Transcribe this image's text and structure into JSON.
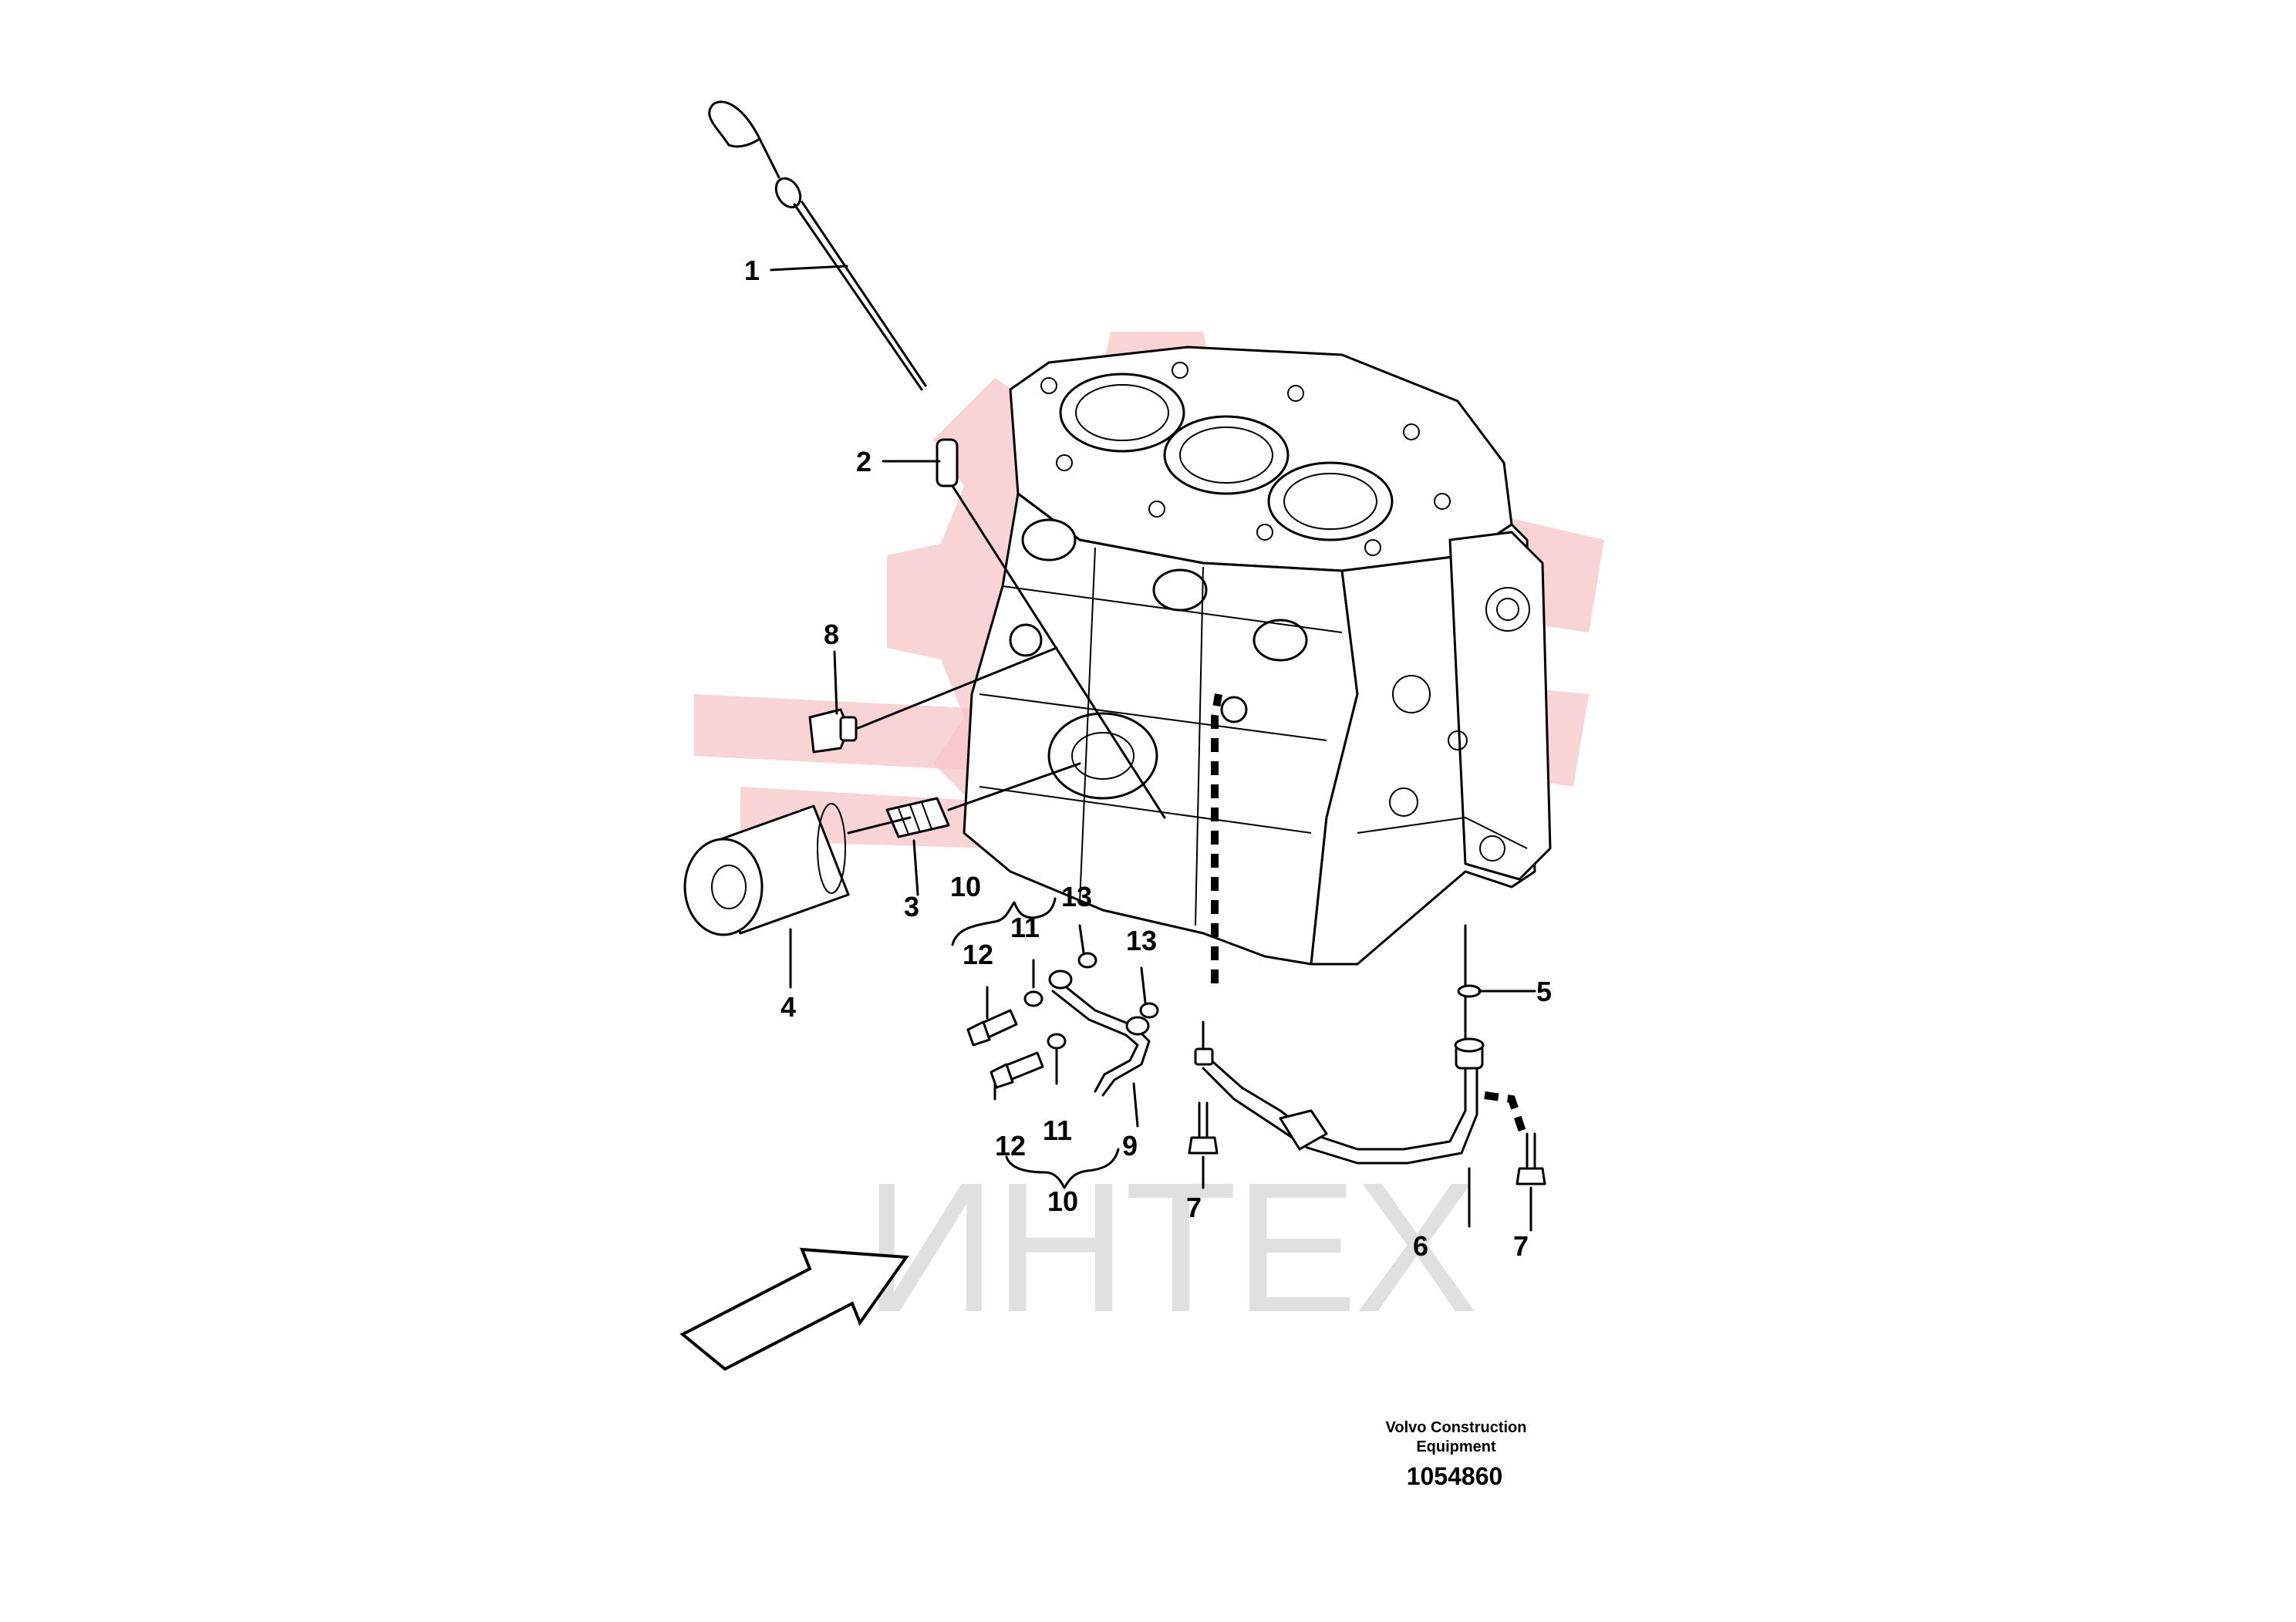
{
  "watermark": {
    "text": "ИНТЕХ",
    "gear_color": "#f7c6c9"
  },
  "callouts": {
    "c1": "1",
    "c2": "2",
    "c3": "3",
    "c4": "4",
    "c5": "5",
    "c6": "6",
    "c7a": "7",
    "c7b": "7",
    "c8": "8",
    "c9": "9",
    "c10a": "10",
    "c10b": "10",
    "c11a": "11",
    "c11b": "11",
    "c12a": "12",
    "c12b": "12",
    "c13a": "13",
    "c13b": "13"
  },
  "footer": {
    "brand_line1": "Volvo Construction",
    "brand_line2": "Equipment",
    "drawing_number": "1054860"
  }
}
